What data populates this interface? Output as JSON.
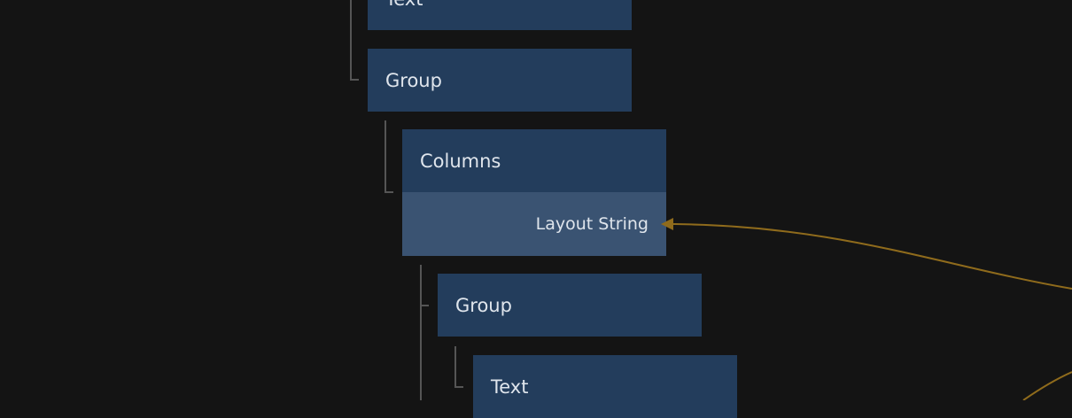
{
  "nodes": [
    {
      "label": "Text"
    },
    {
      "label": "Group"
    },
    {
      "label": "Columns",
      "property": "Layout String"
    },
    {
      "label": "Group"
    },
    {
      "label": "Text"
    }
  ],
  "colors": {
    "background": "#141414",
    "node": "#233d5c",
    "property": "#3a5372",
    "connection": "#8f6b1c",
    "tree_line": "#555555"
  }
}
